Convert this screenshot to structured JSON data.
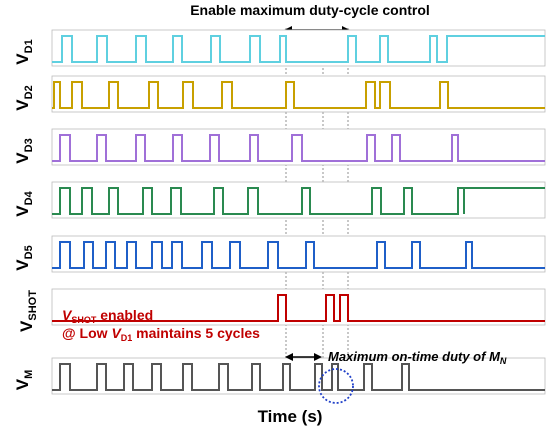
{
  "title": "Enable maximum duty-cycle control",
  "x_axis_label": "Time (s)",
  "signals": [
    {
      "base": "V",
      "sub": "D1",
      "color": "#5fd0e0"
    },
    {
      "base": "V",
      "sub": "D2",
      "color": "#c8a000"
    },
    {
      "base": "V",
      "sub": "D3",
      "color": "#a070d8"
    },
    {
      "base": "V",
      "sub": "D4",
      "color": "#2a8a50"
    },
    {
      "base": "V",
      "sub": "D5",
      "color": "#1f5fc8"
    },
    {
      "base": "V",
      "sub": "SHOT",
      "color": "#c00000"
    },
    {
      "base": "V",
      "sub": "M",
      "color": "#555555"
    }
  ],
  "annotations": {
    "shot_line1_prefix": "V",
    "shot_line1_sub": "SHOT",
    "shot_line1_suffix": " enabled",
    "shot_line2_prefix": "@ Low ",
    "shot_line2_var": "V",
    "shot_line2_sub": "D1",
    "shot_line2_suffix": " maintains 5 cycles",
    "max_on_prefix": "Maximum on-time duty of ",
    "max_on_var": "M",
    "max_on_sub": "N"
  }
}
